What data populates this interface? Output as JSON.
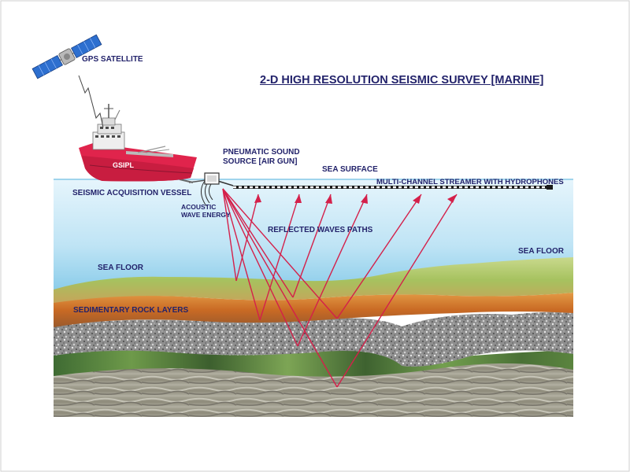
{
  "title": "2-D HIGH RESOLUTION SEISMIC SURVEY [MARINE]",
  "labels": {
    "gps_satellite": "GPS SATELLITE",
    "air_gun_line1": "PNEUMATIC SOUND",
    "air_gun_line2": "SOURCE [AIR GUN]",
    "sea_surface": "SEA SURFACE",
    "streamer": "MULTI-CHANNEL STREAMER WITH HYDROPHONES",
    "vessel": "SEISMIC ACQUISITION VESSEL",
    "acoustic_line1": "ACOUSTIC",
    "acoustic_line2": "WAVE ENERGY",
    "reflected_waves": "REFLECTED WAVES PATHS",
    "sea_floor_left": "SEA FLOOR",
    "sea_floor_right": "SEA FLOOR",
    "sedimentary": "SEDIMENTARY ROCK LAYERS",
    "ship_name": "GSIPL"
  },
  "colors": {
    "label_text": "#23236b",
    "ray": "#d4204a",
    "hull": "#e0244c",
    "sea_top": "#dff1fb",
    "sea_bottom": "#8fd0ec",
    "sea_floor_layer": "#b3cc72",
    "sediment_layer": "#d97a2b",
    "gravel_layer": "#9d9d9d",
    "green_layer": "#4f7a3a",
    "bedrock_layer": "#9c9a8a"
  }
}
